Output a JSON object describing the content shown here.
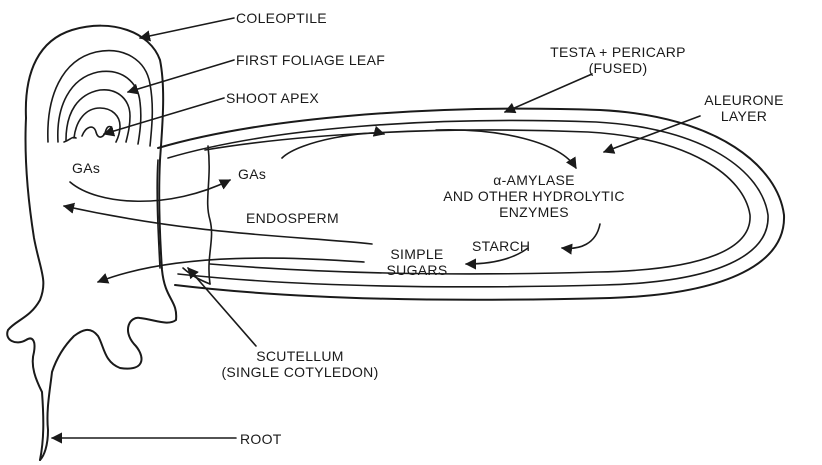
{
  "labels": {
    "coleoptile": "COLEOPTILE",
    "first_foliage_leaf": "FIRST FOLIAGE LEAF",
    "shoot_apex": "SHOOT APEX",
    "testa_line1": "TESTA + PERICARP",
    "testa_line2": "(FUSED)",
    "aleurone_line1": "ALEURONE",
    "aleurone_line2": "LAYER",
    "gas_embryo": "GAs",
    "gas_endosperm": "GAs",
    "amylase_line1": "α-AMYLASE",
    "amylase_line2": "AND OTHER HYDROLYTIC",
    "amylase_line3": "ENZYMES",
    "endosperm": "ENDOSPERM",
    "starch": "STARCH",
    "simple_line1": "SIMPLE",
    "simple_line2": "SUGARS",
    "scutellum_line1": "SCUTELLUM",
    "scutellum_line2": "(SINGLE COTYLEDON)",
    "root": "ROOT"
  }
}
